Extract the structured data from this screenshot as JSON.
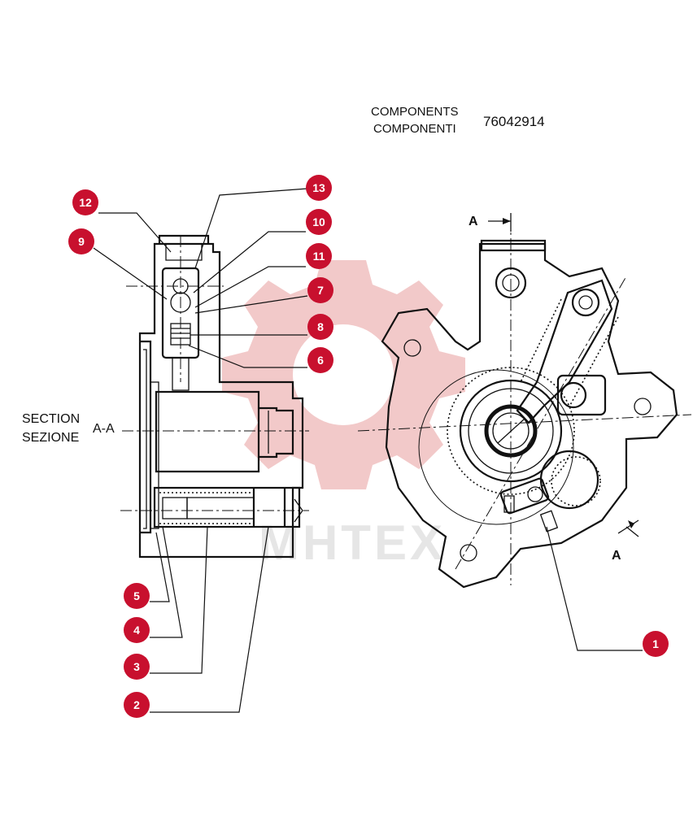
{
  "header": {
    "label_en": "COMPONENTS",
    "label_it": "COMPONENTI",
    "part_number": "76042914"
  },
  "section": {
    "label_en": "SECTION",
    "label_it": "SEZIONE",
    "id": "A-A"
  },
  "section_markers": [
    "A",
    "A"
  ],
  "watermark": "MHTEX",
  "callouts": [
    "1",
    "2",
    "3",
    "4",
    "5",
    "6",
    "7",
    "8",
    "9",
    "10",
    "11",
    "12",
    "13"
  ],
  "colors": {
    "callout": "#c8102e",
    "watermark": "#f2c9c9",
    "line": "#111111"
  }
}
